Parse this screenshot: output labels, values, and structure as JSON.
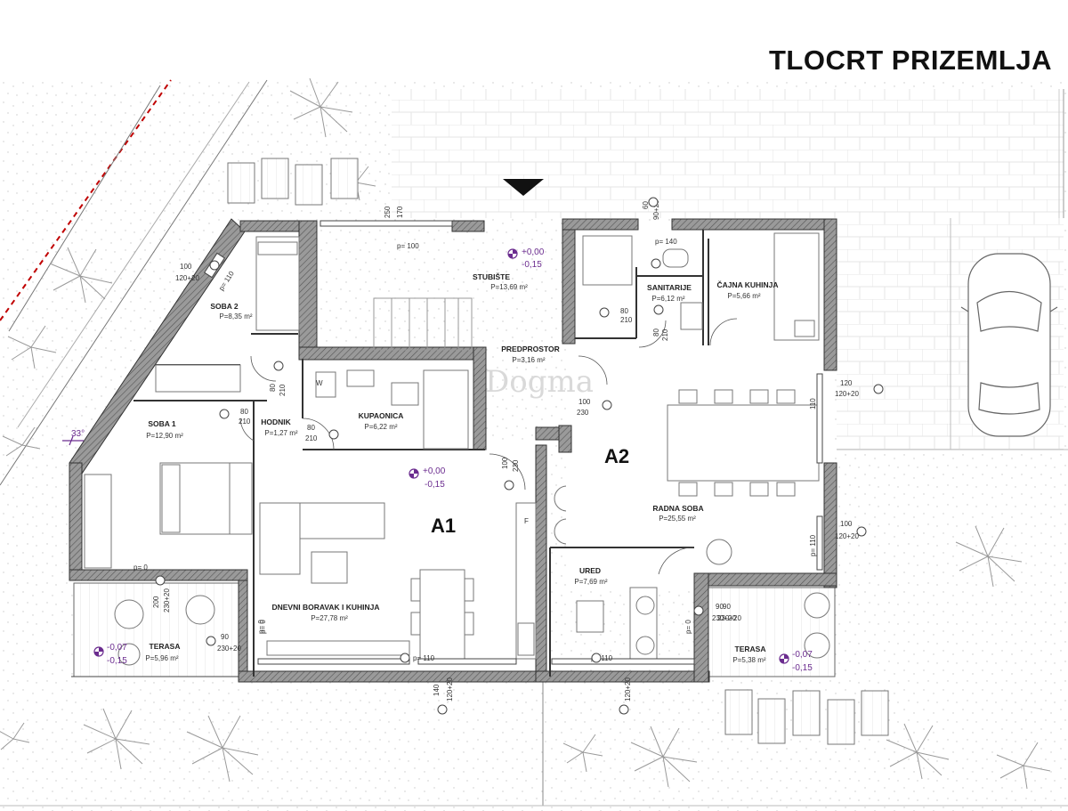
{
  "title": "TLOCRT PRIZEMLJA",
  "units": {
    "a1": "A1",
    "a2": "A2"
  },
  "angle": "33°",
  "watermark": "Dogma",
  "rooms": {
    "soba2": {
      "name": "SOBA 2",
      "area": "P=8,35 m²"
    },
    "soba1": {
      "name": "SOBA 1",
      "area": "P=12,90 m²"
    },
    "stubiste": {
      "name": "STUBIŠTE",
      "area": "P=13,69 m²"
    },
    "predprostor": {
      "name": "PREDPROSTOR",
      "area": "P=3,16 m²"
    },
    "hodnik": {
      "name": "HODNIK",
      "area": "P=1,27 m²"
    },
    "kupaonica": {
      "name": "KUPAONICA",
      "area": "P=6,22 m²"
    },
    "dnevni": {
      "name": "DNEVNI BORAVAK I KUHINJA",
      "area": "P=27,78 m²"
    },
    "terasa1": {
      "name": "TERASA",
      "area": "P=5,96 m²"
    },
    "sanitarije": {
      "name": "SANITARIJE",
      "area": "P=6,12 m²"
    },
    "cajna": {
      "name": "ČAJNA KUHINJA",
      "area": "P=5,66 m²"
    },
    "radna": {
      "name": "RADNA SOBA",
      "area": "P=25,55 m²"
    },
    "ured": {
      "name": "URED",
      "area": "P=7,69 m²"
    },
    "terasa2": {
      "name": "TERASA",
      "area": "P=5,38 m²"
    }
  },
  "levels": {
    "l1": {
      "top": "+0,00",
      "bottom": "-0,15"
    },
    "l2": {
      "top": "+0,00",
      "bottom": "-0,15"
    },
    "l3": {
      "top": "-0,07",
      "bottom": "-0,15"
    },
    "l4": {
      "top": "-0,07",
      "bottom": "-0,15"
    }
  },
  "dims": {
    "d1": "250",
    "d2": "170",
    "d3": "p= 100",
    "d4": "100",
    "d5": "120+20",
    "d6": "p= 110",
    "d7": "60",
    "d8": "90+20",
    "d9": "p= 140",
    "d10": "80",
    "d11": "210",
    "d12": "80",
    "d13": "210",
    "d14": "80",
    "d15": "210",
    "d16": "80",
    "d17": "210",
    "d18": "80",
    "d19": "210",
    "d20": "100",
    "d21": "230",
    "d22": "100",
    "d23": "230",
    "d24": "110",
    "d25": "120",
    "d26": "120+20",
    "d27": "100",
    "d28": "120+20",
    "d29": "p= 110",
    "d30": "p= 0",
    "d31": "200",
    "d32": "230+20",
    "d33": "p= 0",
    "d34": "90",
    "d35": "230+20",
    "d36": "p= 110",
    "d37": "140",
    "d38": "120+20",
    "d39": "p= 110",
    "d40": "120+20",
    "d41": "p= 0",
    "d42": "90",
    "d43": "230+20",
    "d44": "p= 0",
    "d45": "90",
    "d46": "230+20",
    "d47": "W",
    "d48": "F"
  }
}
